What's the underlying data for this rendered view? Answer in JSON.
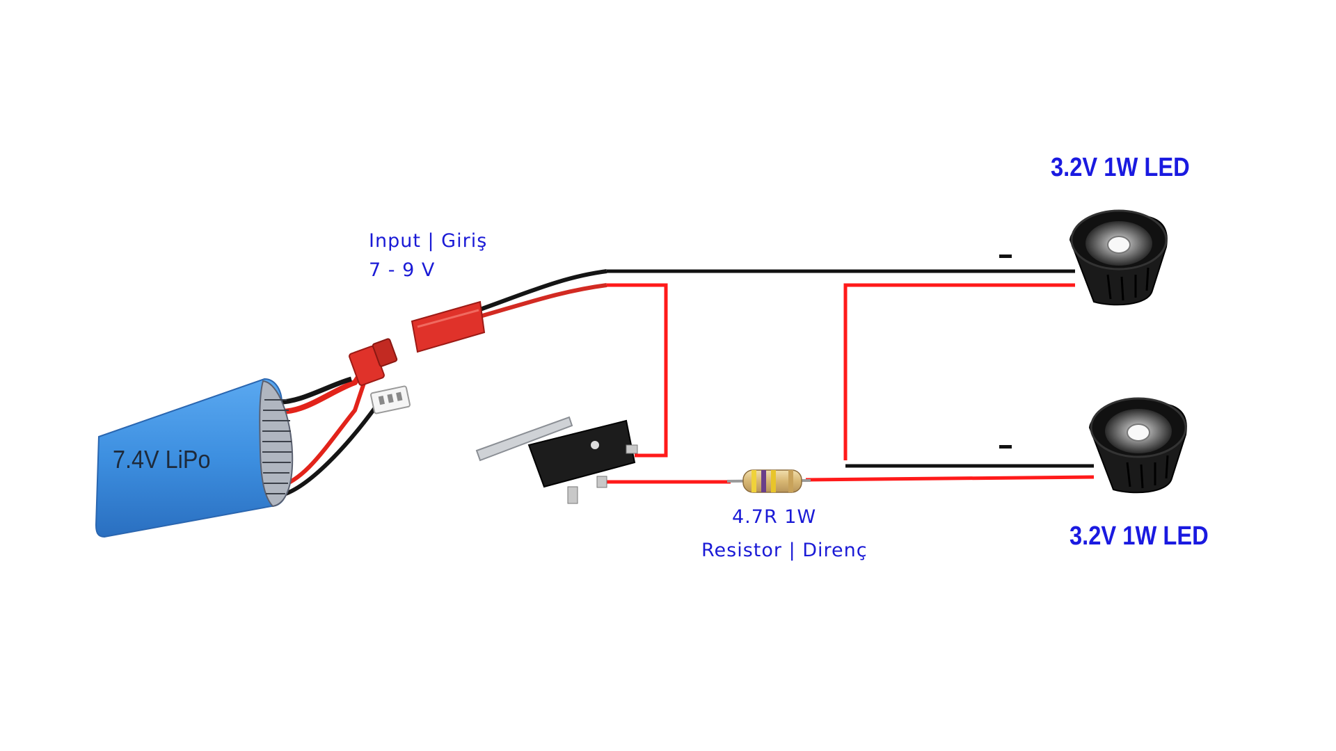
{
  "battery": {
    "label": "7.4V LiPo"
  },
  "input": {
    "line1": "Input | Giriş",
    "line2": "7 - 9 V"
  },
  "resistor": {
    "value": "4.7R 1W",
    "name": "Resistor | Direnç"
  },
  "led_top": {
    "label": "3.2V 1W LED",
    "minus": "-"
  },
  "led_bottom": {
    "label": "3.2V 1W LED",
    "minus": "-"
  },
  "colors": {
    "wire_positive": "#ff1a1a",
    "wire_negative": "#111111",
    "label_text": "#1a1ad6",
    "battery_body": "#3d8fe0",
    "connector": "#e0322a"
  }
}
